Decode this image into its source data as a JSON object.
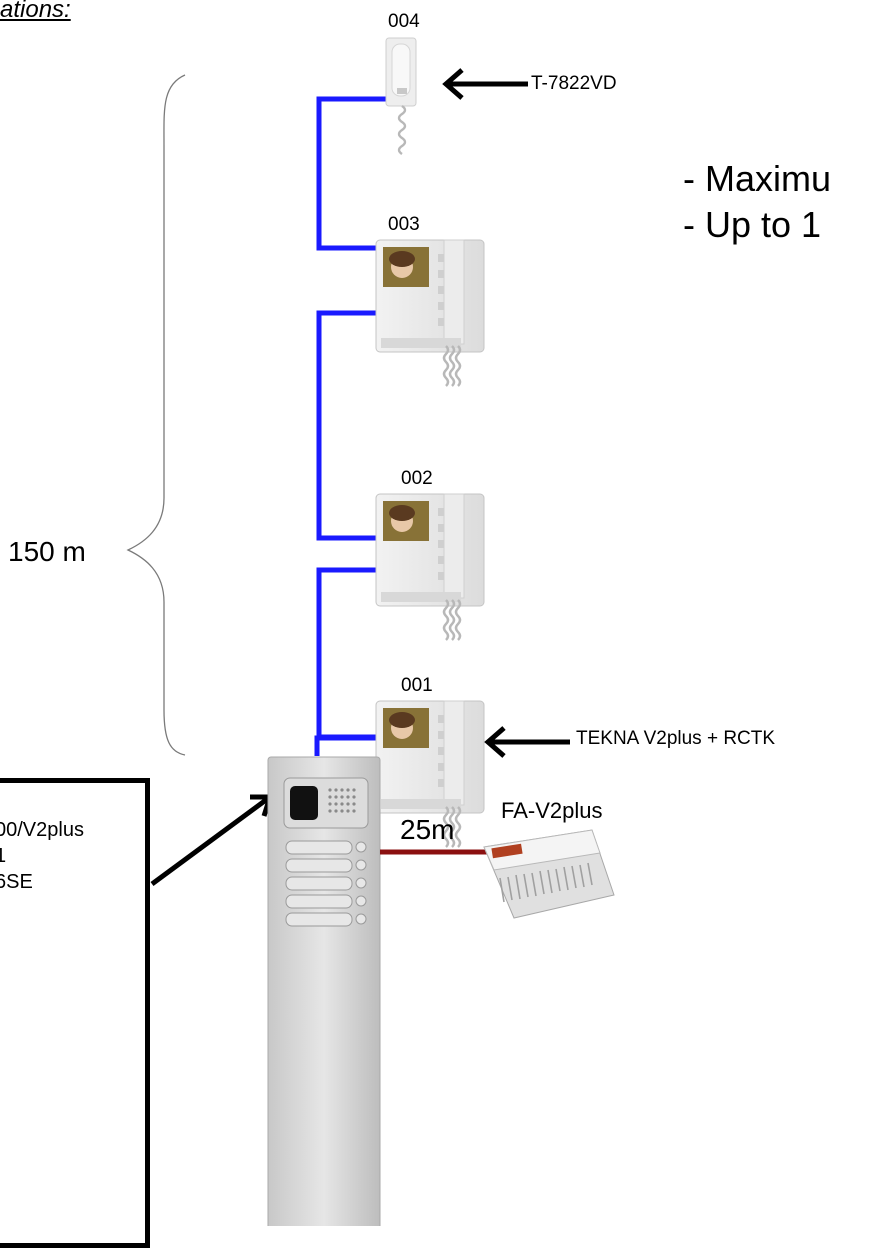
{
  "heading": "ations:",
  "distance_riser": "150 m",
  "distance_psu": "25m",
  "units": [
    {
      "code": "004",
      "type": "handset"
    },
    {
      "code": "003",
      "type": "monitor"
    },
    {
      "code": "002",
      "type": "monitor"
    },
    {
      "code": "001",
      "type": "monitor"
    }
  ],
  "labels": {
    "handset_model": "T-7822VD",
    "monitor_model": "TEKNA V2plus + RCTK",
    "psu_model": "FA-V2plus"
  },
  "notes": [
    "- Maximu",
    "- Up to 1"
  ],
  "panel_callout": [
    "00/V2plus",
    "1",
    "6SE"
  ],
  "colors": {
    "riser_wire": "#1a1aff",
    "psu_wire": "#8b1010"
  }
}
